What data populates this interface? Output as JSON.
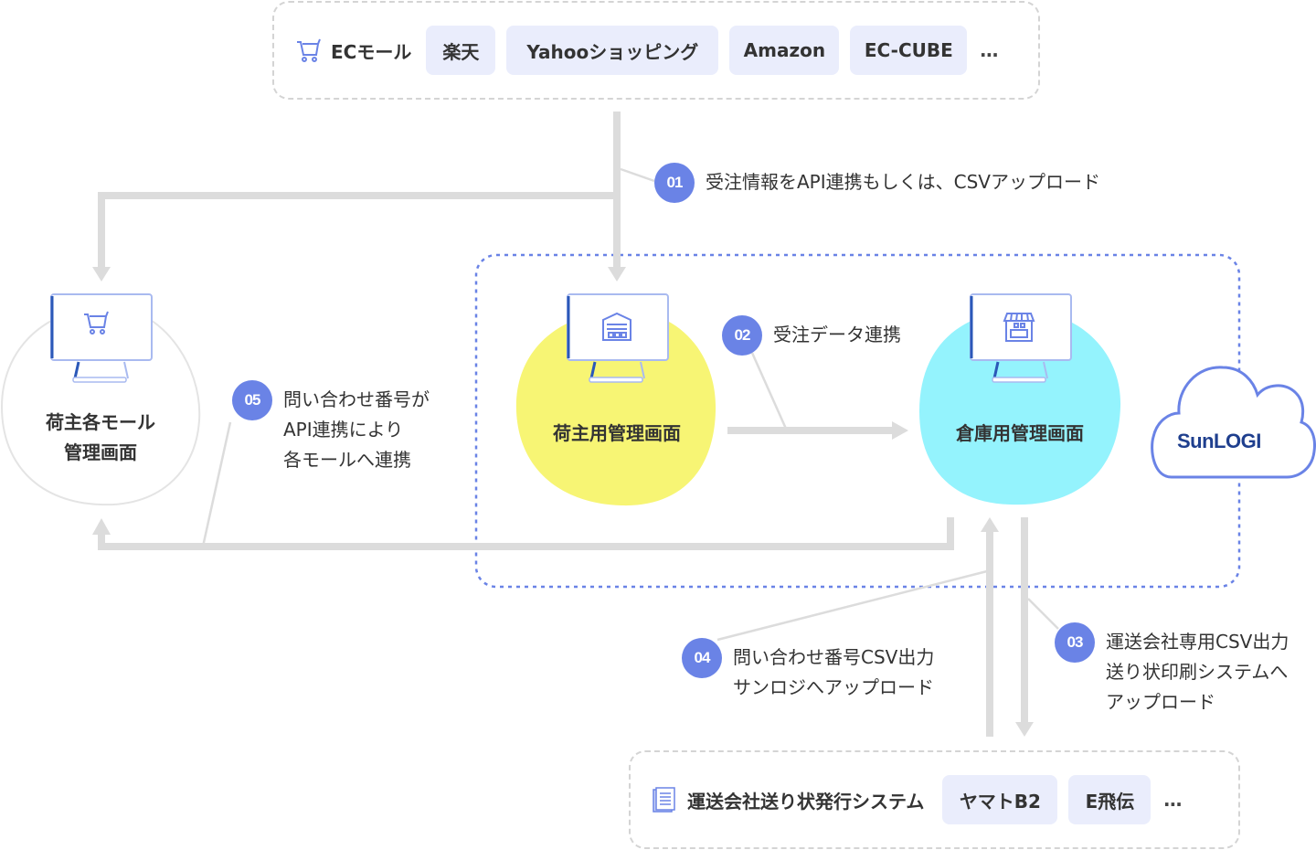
{
  "ec_mall": {
    "label": "ECモール",
    "icon": "cart-icon",
    "chips": [
      "楽天",
      "Yahooショッピング",
      "Amazon",
      "EC-CUBE"
    ],
    "more": "…"
  },
  "carrier_system": {
    "label": "運送会社送り状発行システム",
    "icon": "document-icon",
    "chips": [
      "ヤマトB2",
      "E飛伝"
    ],
    "more": "…"
  },
  "nodes": {
    "mall_admin": {
      "label": "荷主各モール\n管理画面",
      "icon": "cart-icon",
      "color": "#ffffff"
    },
    "shipper_admin": {
      "label": "荷主用管理画面",
      "icon": "warehouse-icon",
      "color": "#f7f574"
    },
    "warehouse_admin": {
      "label": "倉庫用管理画面",
      "icon": "store-icon",
      "color": "#94f3fd"
    }
  },
  "steps": [
    {
      "number": "01",
      "text": "受注情報をAPI連携もしくは、CSVアップロード"
    },
    {
      "number": "02",
      "text": "受注データ連携"
    },
    {
      "number": "03",
      "text": "運送会社専用CSV出力\n送り状印刷システムへ\nアップロード"
    },
    {
      "number": "04",
      "text": "問い合わせ番号CSV出力\nサンロジへアップロード"
    },
    {
      "number": "05",
      "text": "問い合わせ番号が\nAPI連携により\n各モールへ連携"
    }
  ],
  "brand": {
    "name": "SunLOGI",
    "cloud_color": "#6a83e6",
    "text_color": "#1f3f8e"
  },
  "colors": {
    "badge": "#6a83e6",
    "arrow": "#dcdcdc",
    "boundary": "#6a83e6",
    "chip_bg": "#eaedfc"
  }
}
